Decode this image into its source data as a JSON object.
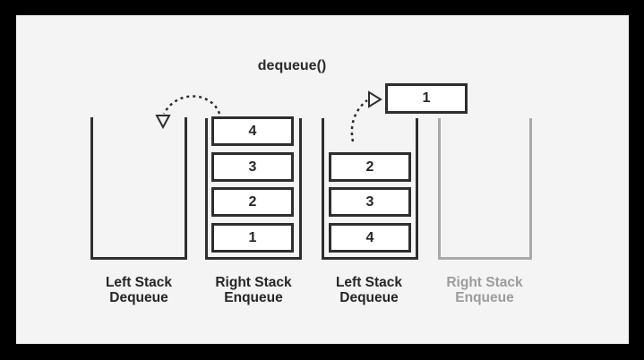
{
  "title": "dequeue()",
  "colors": {
    "canvas_bg": "#f4f4f4",
    "frame": "#000000",
    "stroke_dark": "#2e2e2e",
    "stroke_gray": "#a9a9a9",
    "text_dark": "#262626",
    "text_gray": "#9c9c9c",
    "box_fill": "#ffffff"
  },
  "dequeued_box": {
    "value": "1"
  },
  "stacks": [
    {
      "label": [
        "Left Stack",
        "Dequeue"
      ],
      "items": [],
      "state": "active"
    },
    {
      "label": [
        "Right Stack",
        "Enqueue"
      ],
      "items": [
        "4",
        "3",
        "2",
        "1"
      ],
      "state": "active"
    },
    {
      "label": [
        "Left Stack",
        "Dequeue"
      ],
      "items": [
        "2",
        "3",
        "4"
      ],
      "state": "active"
    },
    {
      "label": [
        "Right Stack",
        "Enqueue"
      ],
      "items": [],
      "state": "inactive"
    }
  ]
}
